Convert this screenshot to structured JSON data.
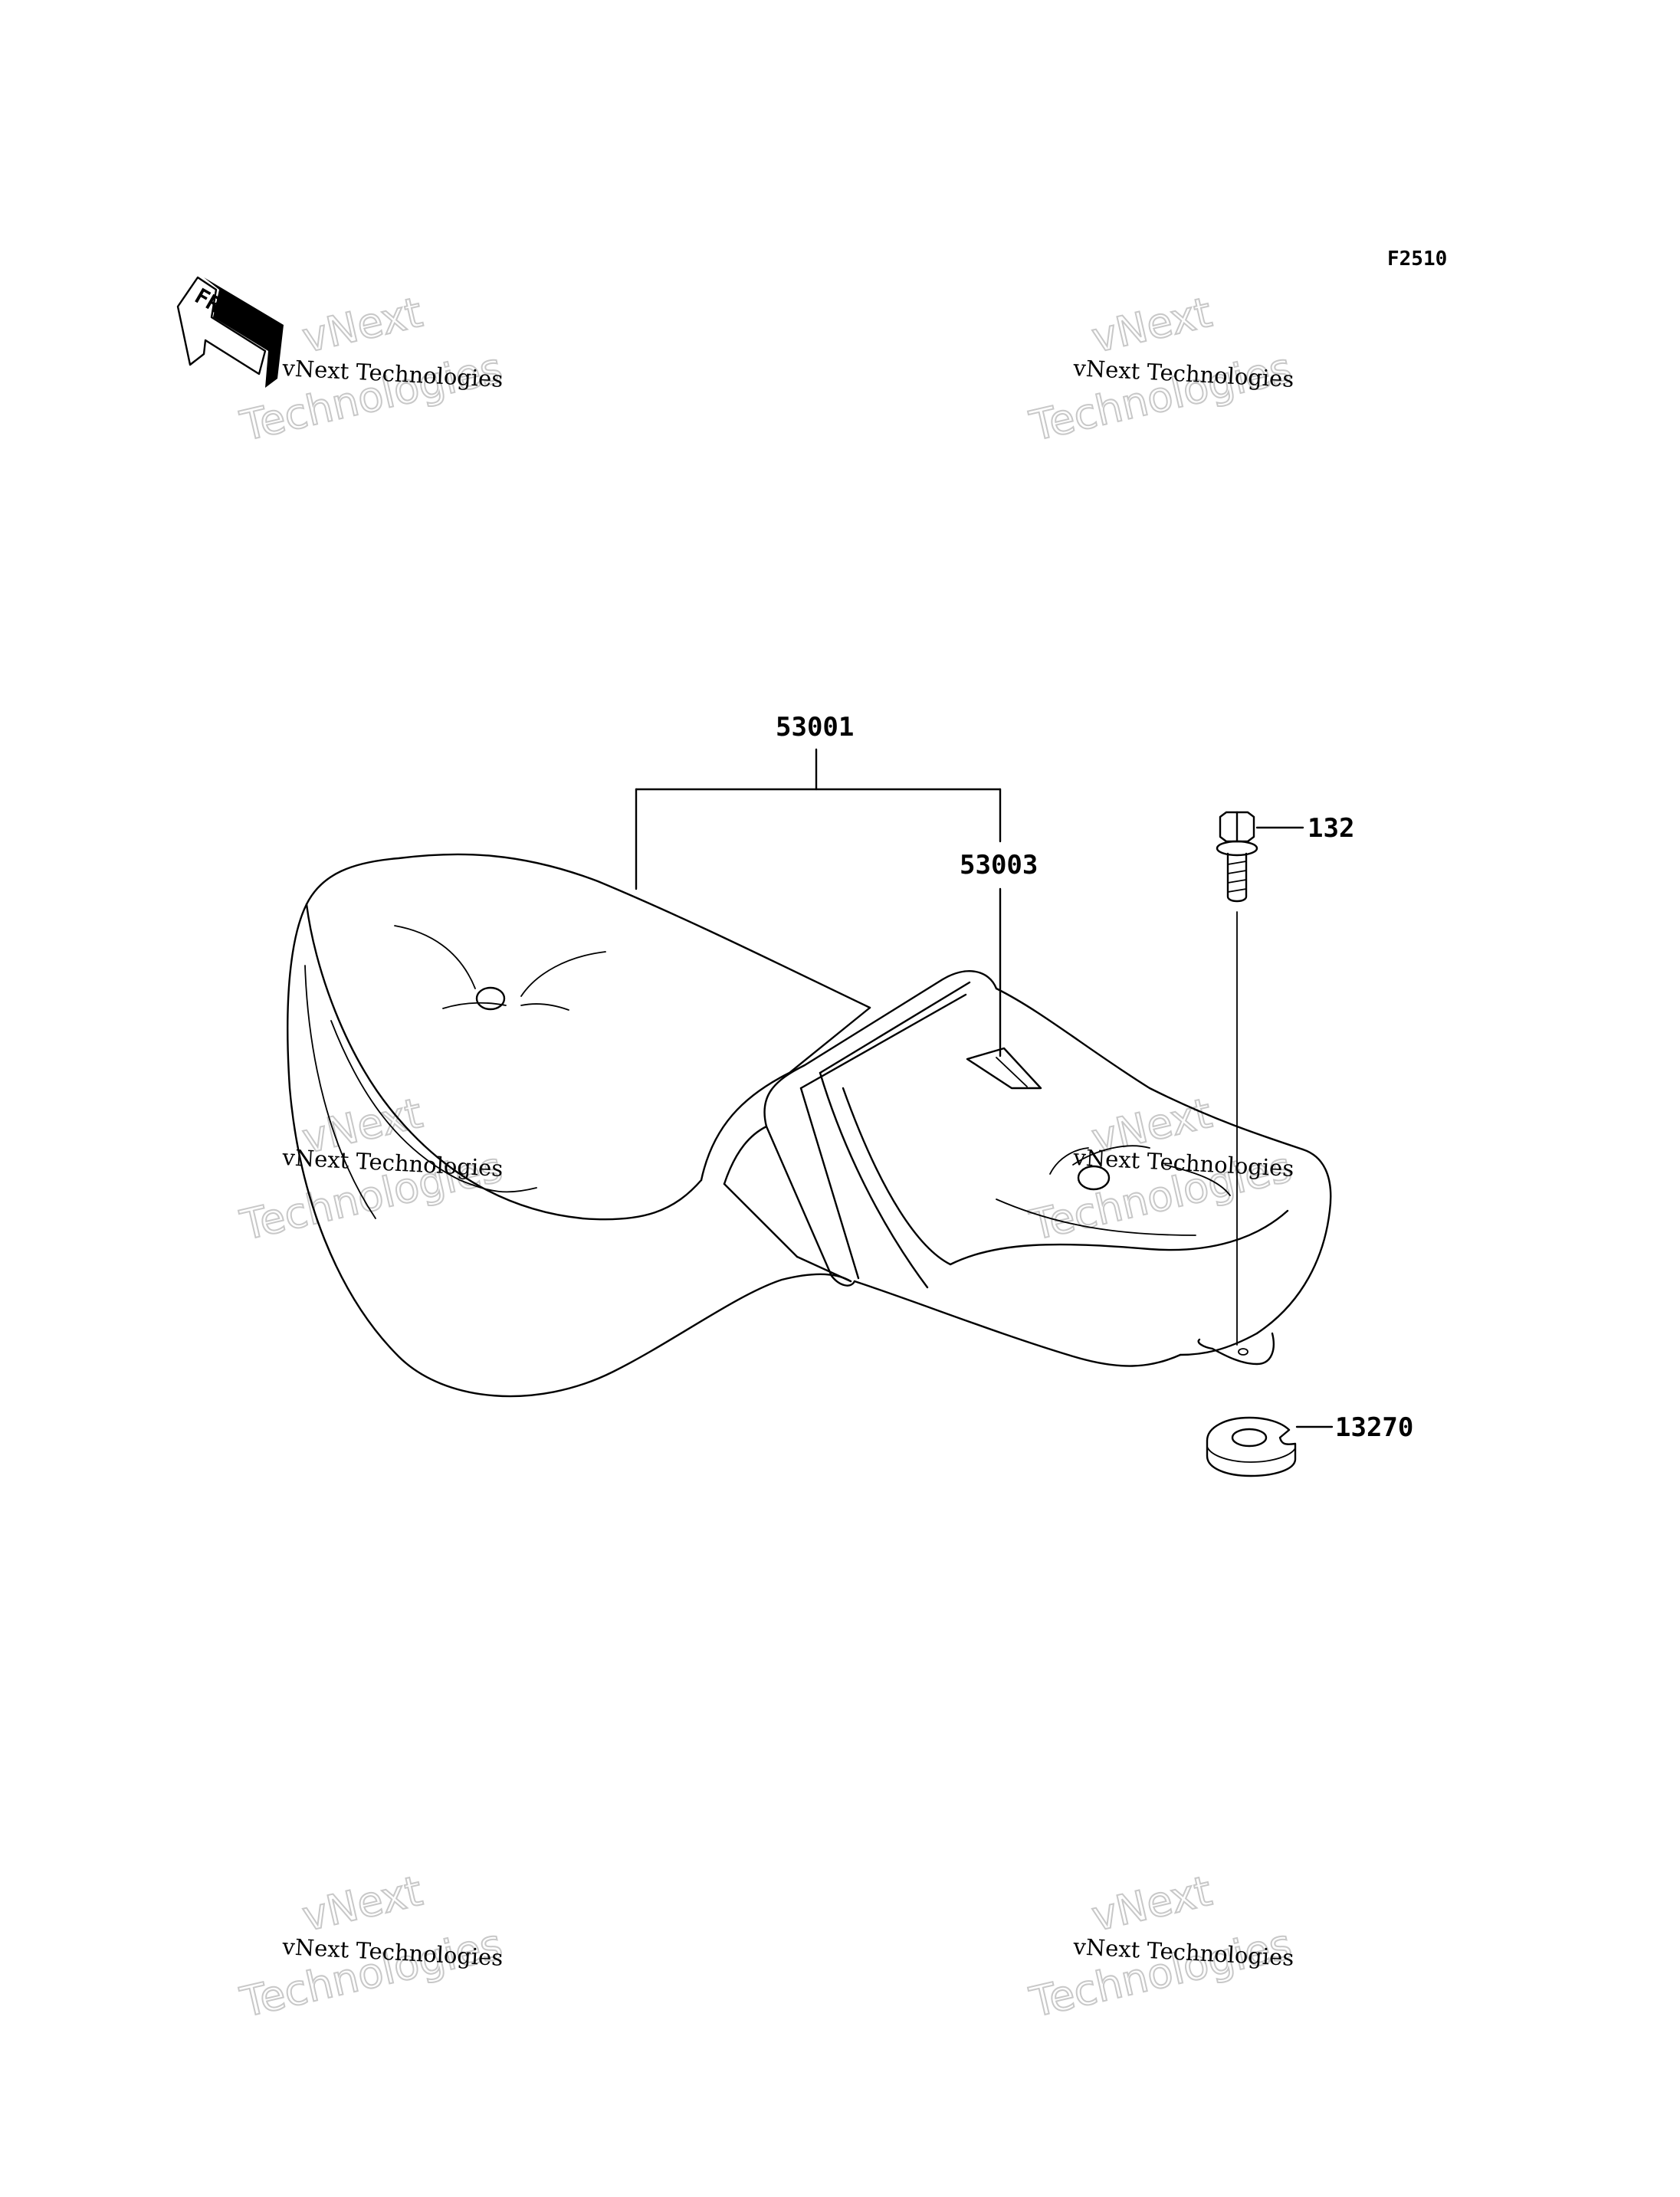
{
  "figure_code": "F2510",
  "front_arrow": {
    "label": "FRONT",
    "icon": "front-direction-arrow-icon"
  },
  "parts": {
    "seat_assembly": "53001",
    "seat_cover": "53003",
    "bolt": "132",
    "collar": "13270"
  },
  "watermark": {
    "line1": "vNext Technologies",
    "line2": "vNext",
    "line3": "Technologies"
  }
}
